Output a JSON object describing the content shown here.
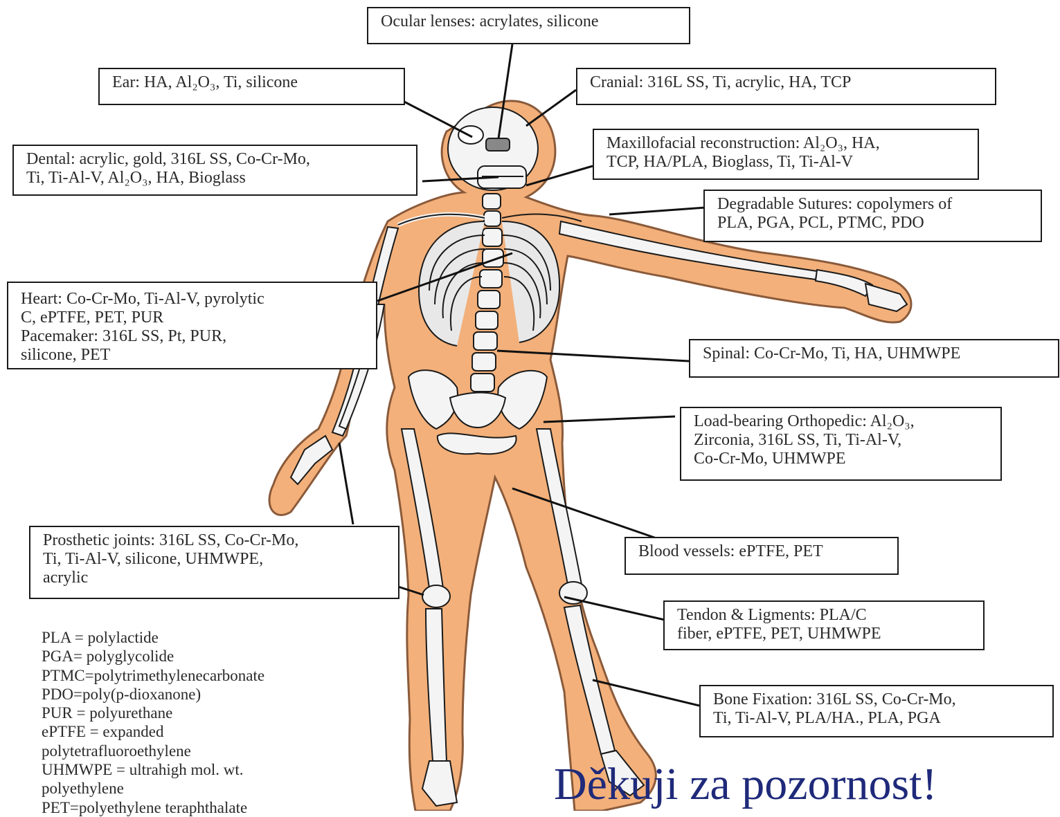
{
  "labels": {
    "ocular": [
      "Ocular lenses: acrylates, silicone"
    ],
    "ear": [
      "Ear: HA, Al₂O₃, Ti, silicone"
    ],
    "cranial": [
      "Cranial: 316L SS, Ti, acrylic, HA, TCP"
    ],
    "dental": [
      "Dental: acrylic, gold, 316L SS, Co-Cr-Mo,",
      "Ti, Ti-Al-V, Al₂O₃, HA, Bioglass"
    ],
    "maxillofacial": [
      "Maxillofacial reconstruction: Al₂O₃, HA,",
      "TCP, HA/PLA, Bioglass, Ti, Ti-Al-V"
    ],
    "sutures": [
      "Degradable Sutures: copolymers of",
      "PLA, PGA, PCL, PTMC, PDO"
    ],
    "heart": [
      "Heart: Co-Cr-Mo, Ti-Al-V, pyrolytic",
      "C, ePTFE, PET, PUR",
      "Pacemaker: 316L SS, Pt, PUR,",
      "silicone, PET"
    ],
    "spinal": [
      "Spinal: Co-Cr-Mo, Ti, HA, UHMWPE"
    ],
    "orthopedic": [
      "Load-bearing Orthopedic: Al₂O₃,",
      "Zirconia, 316L SS, Ti, Ti-Al-V,",
      "Co-Cr-Mo, UHMWPE"
    ],
    "prosthetic": [
      "Prosthetic joints: 316L SS, Co-Cr-Mo,",
      "Ti, Ti-Al-V, silicone, UHMWPE,",
      "acrylic"
    ],
    "vessels": [
      "Blood vessels: ePTFE, PET"
    ],
    "tendon": [
      "Tendon & Ligments: PLA/C",
      "fiber, ePTFE, PET, UHMWPE"
    ],
    "fixation": [
      "Bone Fixation: 316L SS, Co-Cr-Mo,",
      "Ti, Ti-Al-V, PLA/HA., PLA, PGA"
    ]
  },
  "abbreviations": [
    "PLA = polylactide",
    "PGA= polyglycolide",
    "PTMC=polytrimethylenecarbonate",
    "PDO=poly(p-dioxanone)",
    "PUR = polyurethane",
    "ePTFE = expanded",
    "polytetrafluoroethylene",
    "UHMWPE = ultrahigh mol. wt.",
    "polyethylene",
    "PET=polyethylene teraphthalate"
  ],
  "footer_text": "Děkuji za pozornost!",
  "colors": {
    "body_fill": "#f3b07a",
    "bone_fill": "#f4f4f4",
    "outline": "#1a1a1a",
    "footer_text": "#1f2a7a"
  }
}
